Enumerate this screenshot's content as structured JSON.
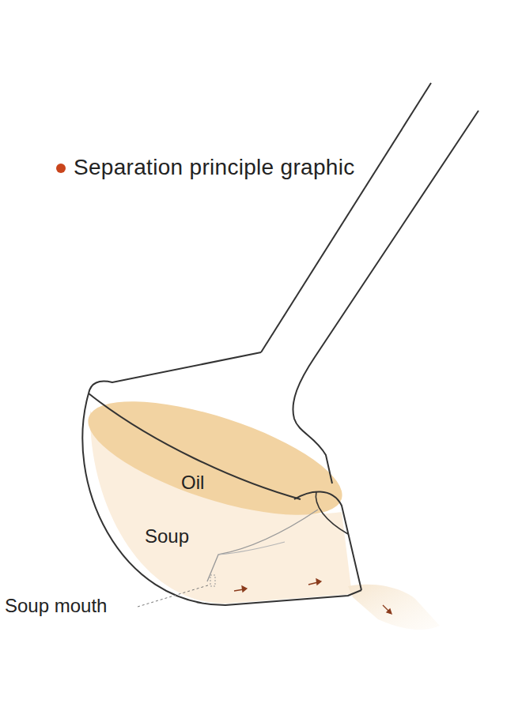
{
  "diagram": {
    "title": "Separation principle graphic",
    "labels": [
      "Oil",
      "Soup",
      "Soup mouth"
    ]
  }
}
